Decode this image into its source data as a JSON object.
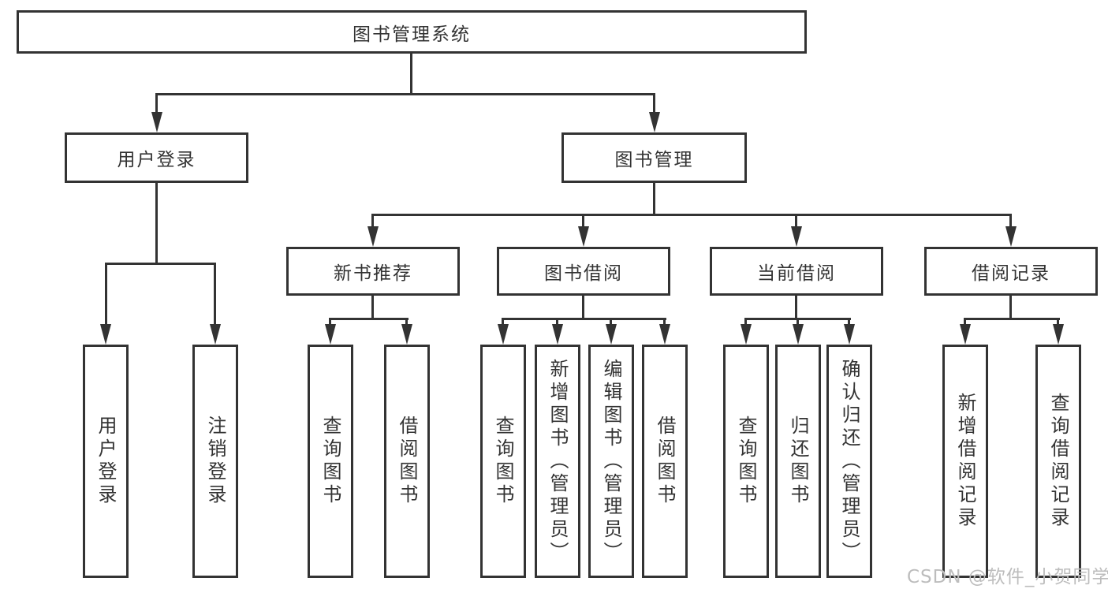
{
  "tree": {
    "root": "图书管理系统",
    "branches": [
      {
        "label": "用户登录",
        "children": [
          {
            "label": "用户登录"
          },
          {
            "label": "注销登录"
          }
        ]
      },
      {
        "label": "图书管理",
        "sections": [
          {
            "label": "新书推荐",
            "children": [
              {
                "label": "查询图书"
              },
              {
                "label": "借阅图书"
              }
            ]
          },
          {
            "label": "图书借阅",
            "children": [
              {
                "label": "查询图书"
              },
              {
                "label": "新增图书（管理员）"
              },
              {
                "label": "编辑图书（管理员）"
              },
              {
                "label": "借阅图书"
              }
            ]
          },
          {
            "label": "当前借阅",
            "children": [
              {
                "label": "查询图书"
              },
              {
                "label": "归还图书"
              },
              {
                "label": "确认归还（管理员）"
              }
            ]
          },
          {
            "label": "借阅记录",
            "children": [
              {
                "label": "新增借阅记录"
              },
              {
                "label": "查询借阅记录"
              }
            ]
          }
        ]
      }
    ]
  },
  "watermark": {
    "text": "CSDN @软件_小贺同学",
    "color": "#bdbdbd"
  },
  "colors": {
    "line": "#333333",
    "box_background": "#ffffff",
    "text": "#333333"
  }
}
